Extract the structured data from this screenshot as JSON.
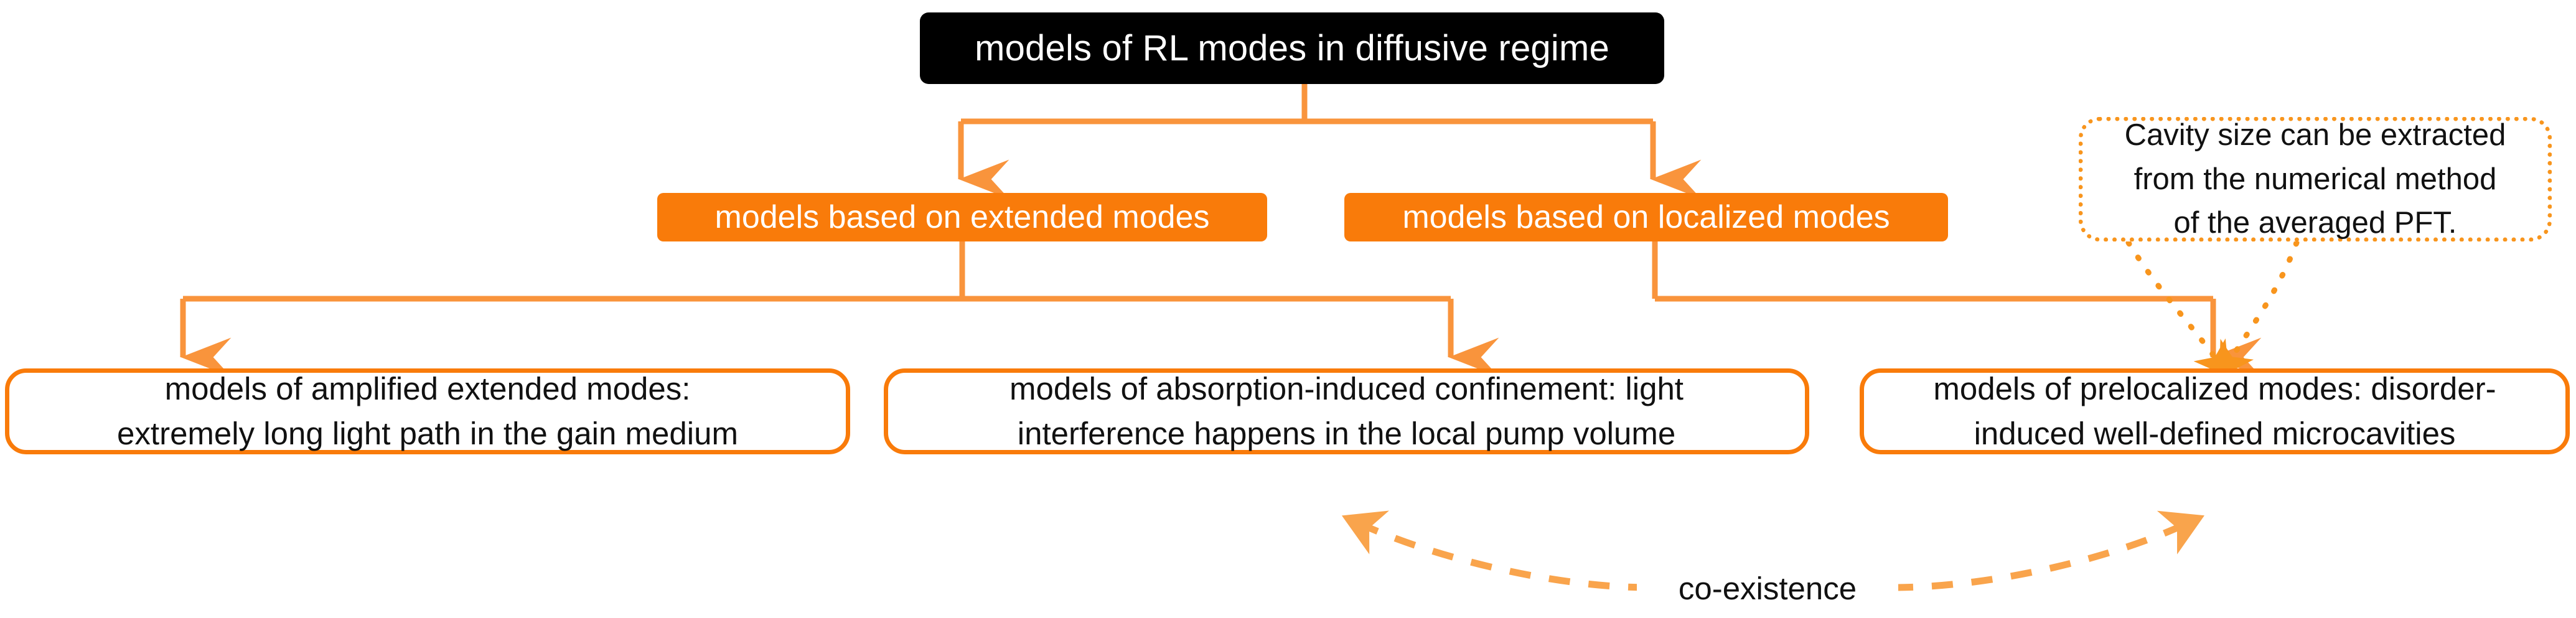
{
  "diagram": {
    "title": "models of RL modes in diffusive regime",
    "accent_color": "#F97B0A",
    "callout_border_color": "#F8951D",
    "root_background": "#000000",
    "root_text_color": "#FFFFFF",
    "canvas_background": "#FFFFFF"
  },
  "root": {
    "label": "models of RL modes in diffusive regime"
  },
  "level2": [
    {
      "id": "extended",
      "label": "models based on extended modes"
    },
    {
      "id": "localized",
      "label": "models based on localized modes"
    }
  ],
  "level3": [
    {
      "id": "amplified",
      "line1": "models of amplified extended modes:",
      "line2": "extremely long light path in the gain medium"
    },
    {
      "id": "absorption",
      "line1": "models of absorption-induced confinement: light",
      "line2": "interference happens in the local pump volume"
    },
    {
      "id": "prelocalized",
      "line1": "models of prelocalized modes: disorder-",
      "line2": "induced well-defined microcavities"
    }
  ],
  "callout": {
    "line1": "Cavity size can be extracted",
    "line2": "from the numerical method",
    "line3": "of the averaged PFT."
  },
  "annotations": {
    "coexistence_label": "co-existence"
  }
}
